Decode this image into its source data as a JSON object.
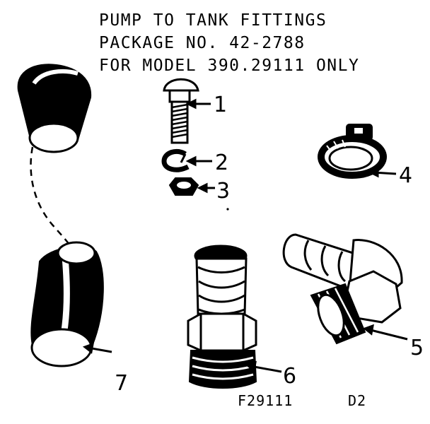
{
  "title": {
    "line1": "PUMP TO TANK FITTINGS",
    "line2": "PACKAGE NO. 42-2788",
    "line3": "FOR MODEL 390.29111 ONLY"
  },
  "callouts": {
    "c1": "1",
    "c2": "2",
    "c3": "3",
    "c4": "4",
    "c5": "5",
    "c6": "6",
    "c7": "7"
  },
  "figure_code": {
    "left": "F29111",
    "right": "D2"
  },
  "colors": {
    "ink": "#000000",
    "paper": "#ffffff"
  }
}
